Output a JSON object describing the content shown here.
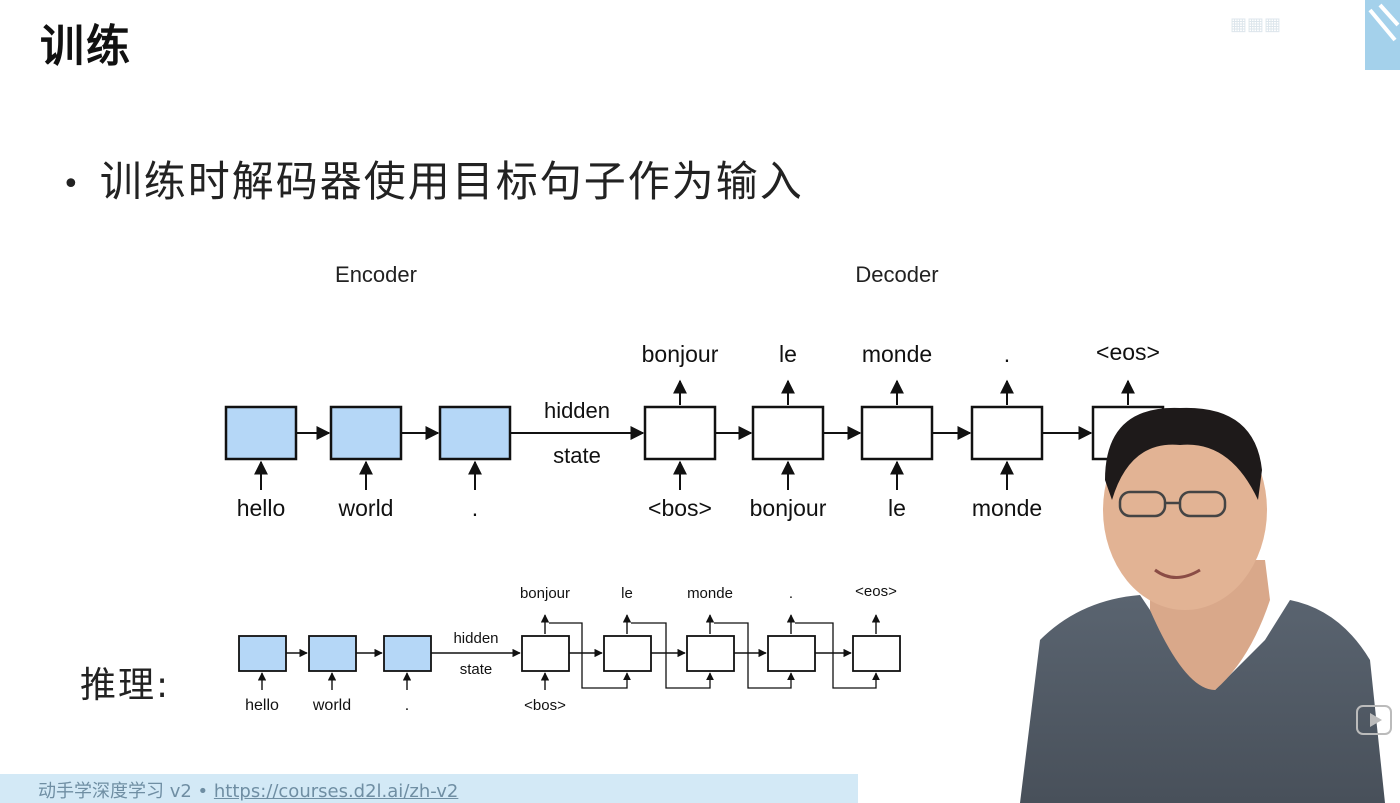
{
  "slide": {
    "title": "训练",
    "bullet": "训练时解码器使用目标句子作为输入",
    "inference_label": "推理:"
  },
  "training_diagram": {
    "encoder_label": "Encoder",
    "decoder_label": "Decoder",
    "hidden_label_1": "hidden",
    "hidden_label_2": "state",
    "encoder_inputs": [
      "hello",
      "world",
      "."
    ],
    "decoder_inputs": [
      "<bos>",
      "bonjour",
      "le",
      "monde"
    ],
    "decoder_outputs": [
      "bonjour",
      "le",
      "monde",
      ".",
      "<eos>"
    ]
  },
  "inference_diagram": {
    "hidden_label_1": "hidden",
    "hidden_label_2": "state",
    "encoder_inputs": [
      "hello",
      "world",
      "."
    ],
    "decoder_input": "<bos>",
    "decoder_outputs": [
      "bonjour",
      "le",
      "monde",
      ".",
      "<eos>"
    ]
  },
  "footer": {
    "course": "动手学深度学习 v2 • ",
    "url": "https://courses.d2l.ai/zh-v2"
  },
  "colors": {
    "encoder_fill": "#b5d7f7",
    "footer_bg": "#d3e9f6",
    "footer_text": "#6f8ea3"
  }
}
